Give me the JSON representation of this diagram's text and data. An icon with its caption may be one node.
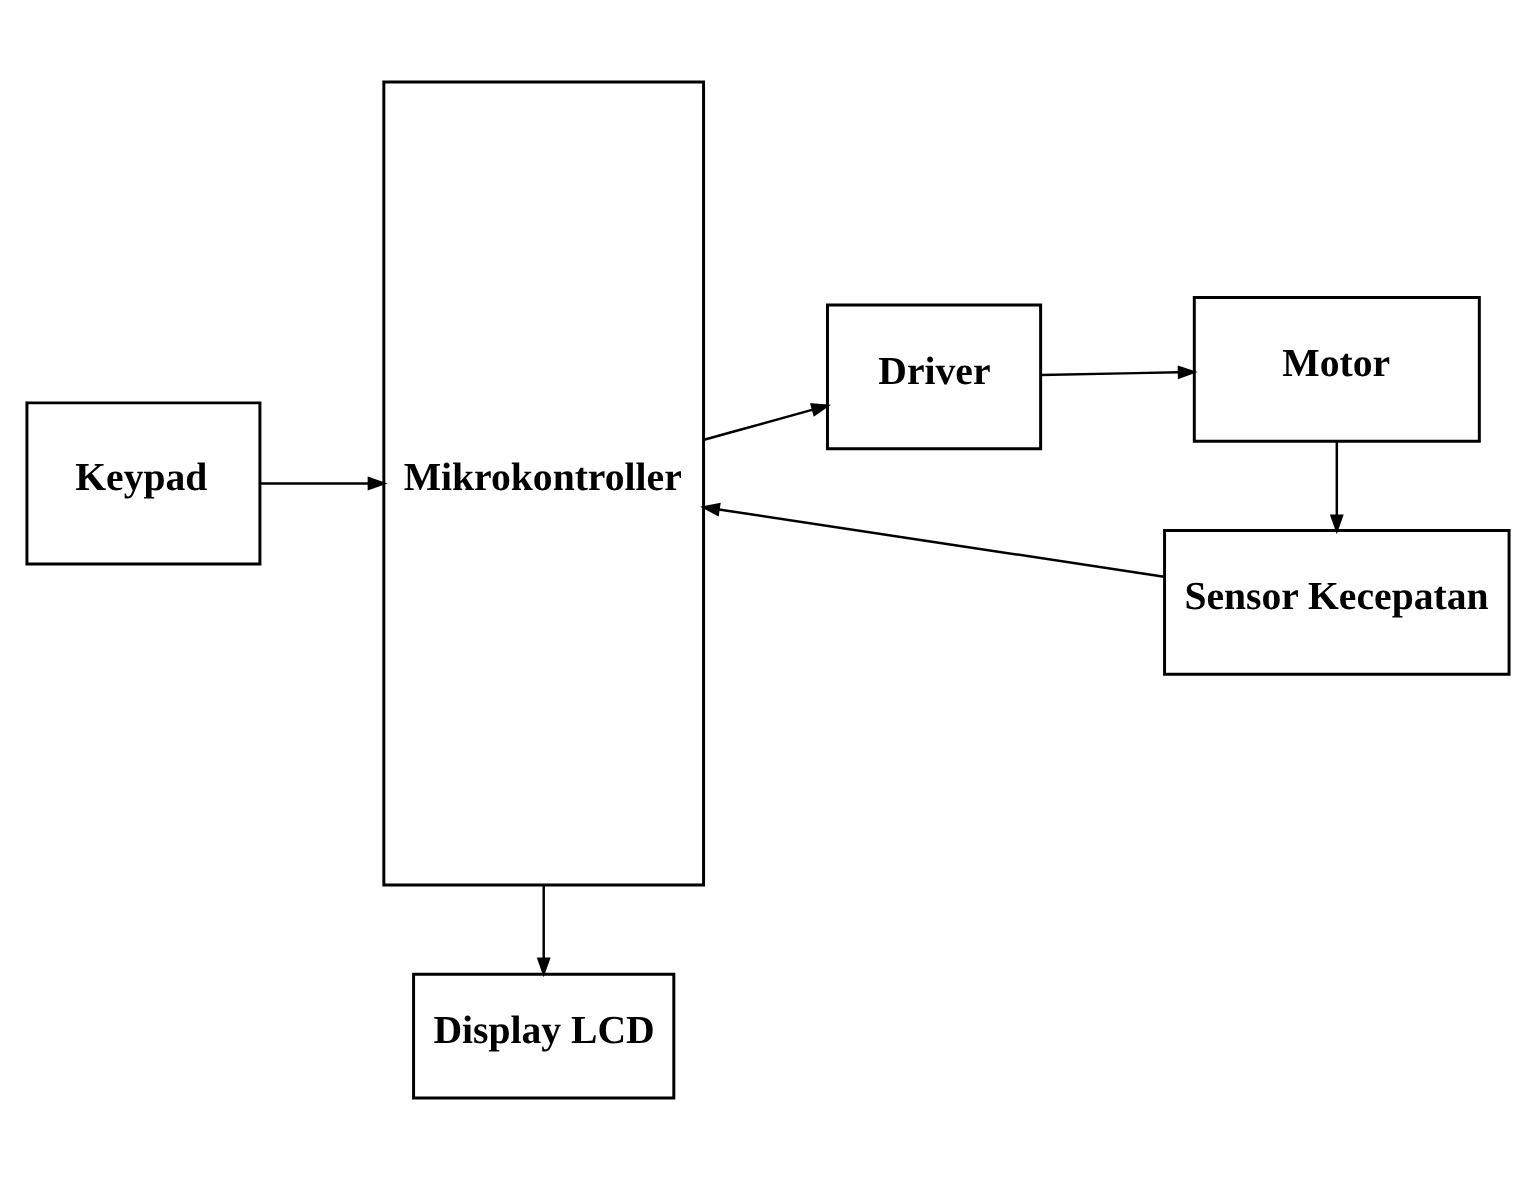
{
  "diagram": {
    "nodes": [
      {
        "text": [
          "Display LCD"
        ]
      },
      {
        "text": [
          "Keypad"
        ]
      },
      {
        "text": [
          "Mikrokontroller"
        ]
      },
      {
        "text": [
          "Driver"
        ]
      },
      {
        "text": [
          "Motor"
        ]
      },
      {
        "text": [
          "Sensor Kecepatan"
        ]
      }
    ],
    "edges": [
      {
        "from": 1,
        "to": 2,
        "arrow": "to"
      },
      {
        "from": 2,
        "to": 0,
        "arrow": "to"
      },
      {
        "from": 2,
        "to": 3,
        "arrow": "to"
      },
      {
        "from": 3,
        "to": 4,
        "arrow": "to"
      },
      {
        "from": 4,
        "to": 5,
        "arrow": "to"
      },
      {
        "from": 5,
        "to": 2,
        "arrow": "to"
      }
    ]
  }
}
